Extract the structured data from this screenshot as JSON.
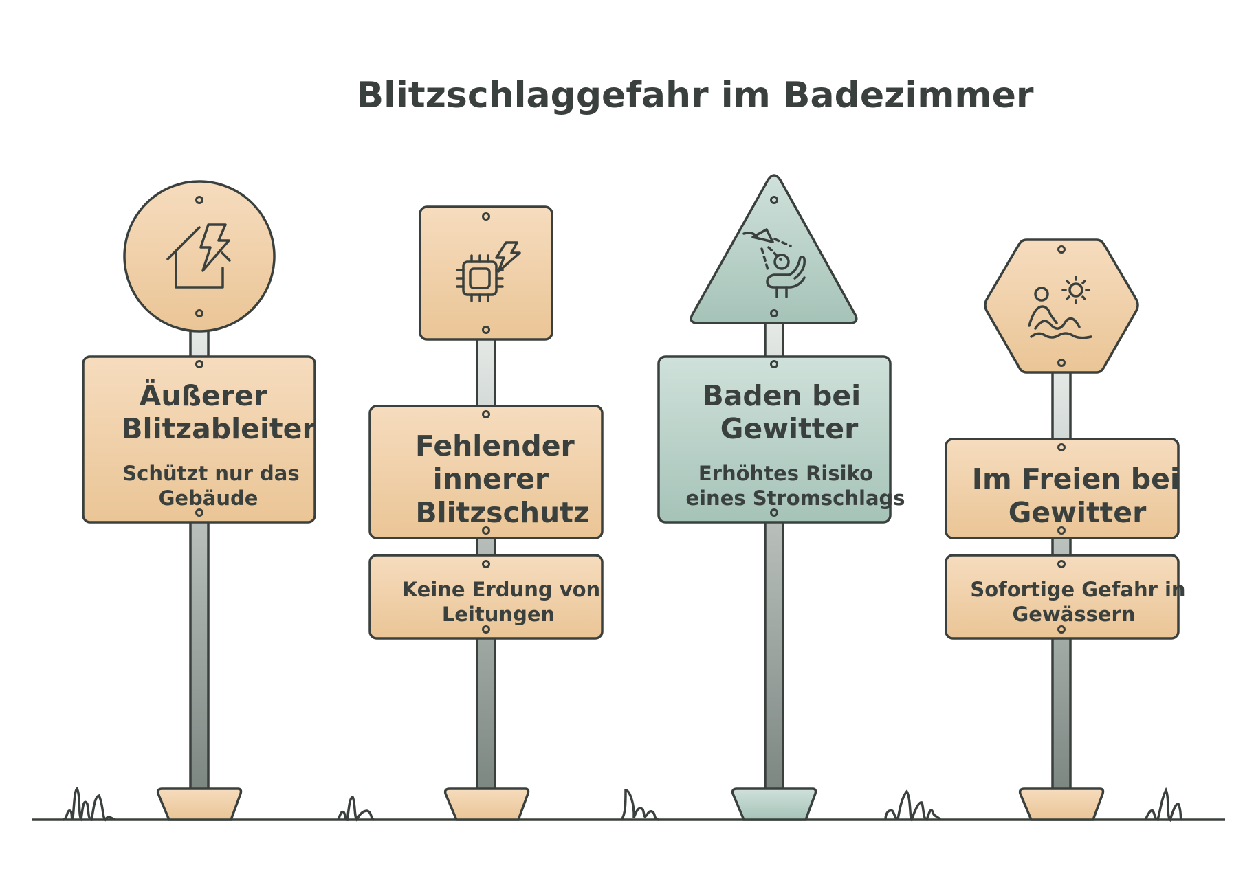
{
  "title": "Blitzschlaggefahr im Badezimmer",
  "colors": {
    "ink": "#3a403d",
    "sand_top": "#f6dcbe",
    "sand_bottom": "#eac596",
    "sage_top": "#cfe1da",
    "sage_bottom": "#a6c3b8",
    "pole_light": "#e6ebe8",
    "pole_dark": "#7d8782"
  },
  "signs": [
    {
      "icon": "house-lightning-icon",
      "shape": "circle",
      "color": "sand",
      "heading_lines": [
        "Äußerer",
        "Blitzableiter"
      ],
      "sub_lines": [
        "Schützt nur das",
        "Gebäude"
      ]
    },
    {
      "icon": "chip-lightning-icon",
      "shape": "square",
      "color": "sand",
      "heading_lines": [
        "Fehlender",
        "innerer",
        "Blitzschutz"
      ],
      "sub_lines": [
        "Keine Erdung von",
        "Leitungen"
      ]
    },
    {
      "icon": "shower-person-icon",
      "shape": "triangle",
      "color": "sage",
      "heading_lines": [
        "Baden bei",
        "Gewitter"
      ],
      "sub_lines": [
        "Erhöhtes Risiko",
        "eines Stromschlags"
      ]
    },
    {
      "icon": "swimmer-sun-icon",
      "shape": "hexagon",
      "color": "sand",
      "heading_lines": [
        "Im Freien bei",
        "Gewitter"
      ],
      "sub_lines": [
        "Sofortige Gefahr in",
        "Gewässern"
      ]
    }
  ]
}
